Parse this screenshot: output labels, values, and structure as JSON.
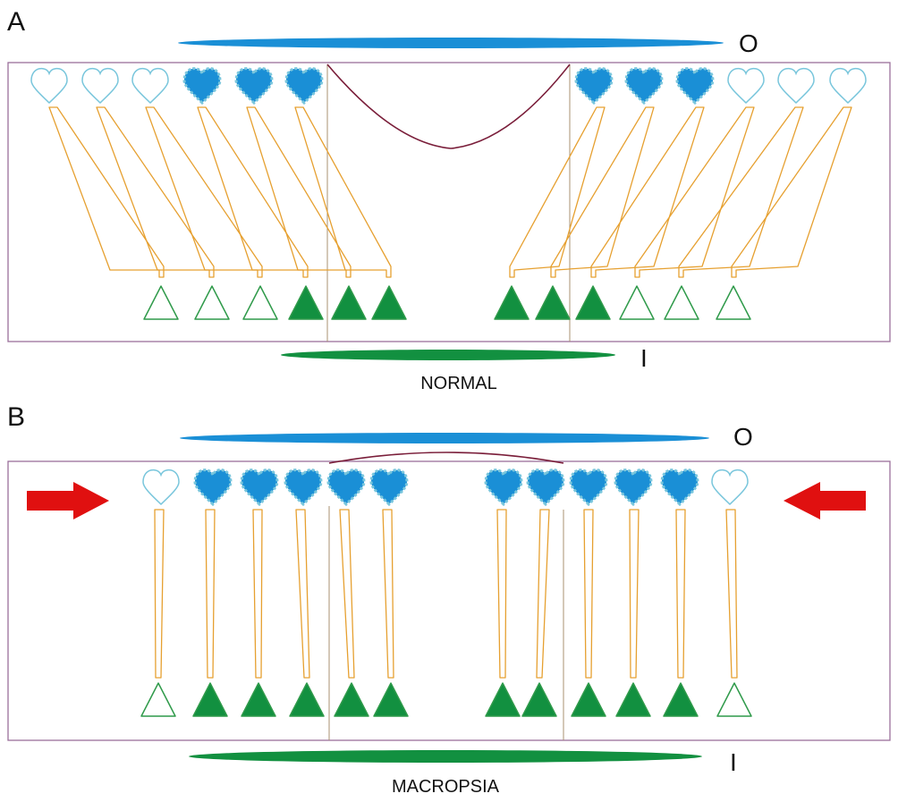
{
  "panels": [
    {
      "letter": "A",
      "outer_label": "O",
      "inner_label": "I",
      "caption": "NORMAL",
      "hearts_filled": [
        false,
        false,
        false,
        true,
        true,
        true,
        true,
        true,
        true,
        false,
        false,
        false
      ],
      "triangles_filled": [
        false,
        false,
        false,
        true,
        true,
        true,
        true,
        true,
        true,
        false,
        false,
        false
      ],
      "arrows_present": false
    },
    {
      "letter": "B",
      "outer_label": "O",
      "inner_label": "I",
      "caption": "MACROPSIA",
      "hearts_filled": [
        false,
        true,
        true,
        true,
        true,
        true,
        true,
        true,
        true,
        true,
        true,
        false
      ],
      "triangles_filled": [
        false,
        true,
        true,
        true,
        true,
        true,
        true,
        true,
        true,
        true,
        true,
        false
      ],
      "arrows_present": true
    }
  ],
  "colors": {
    "outer_layer": "#1a8fd6",
    "inner_layer": "#129040",
    "heart_fill": "#1a8fd6",
    "heart_outline": "#79c6dc",
    "triangle_fill": "#129040",
    "triangle_outline": "#2f9a4a",
    "fiber": "#e6a030",
    "fovea_line": "#7a1e3a",
    "arrow": "#e01010"
  },
  "icons": {
    "photoreceptor": "heart-icon",
    "ganglion_cell": "triangle-icon",
    "compression": "red-arrow-icon"
  }
}
